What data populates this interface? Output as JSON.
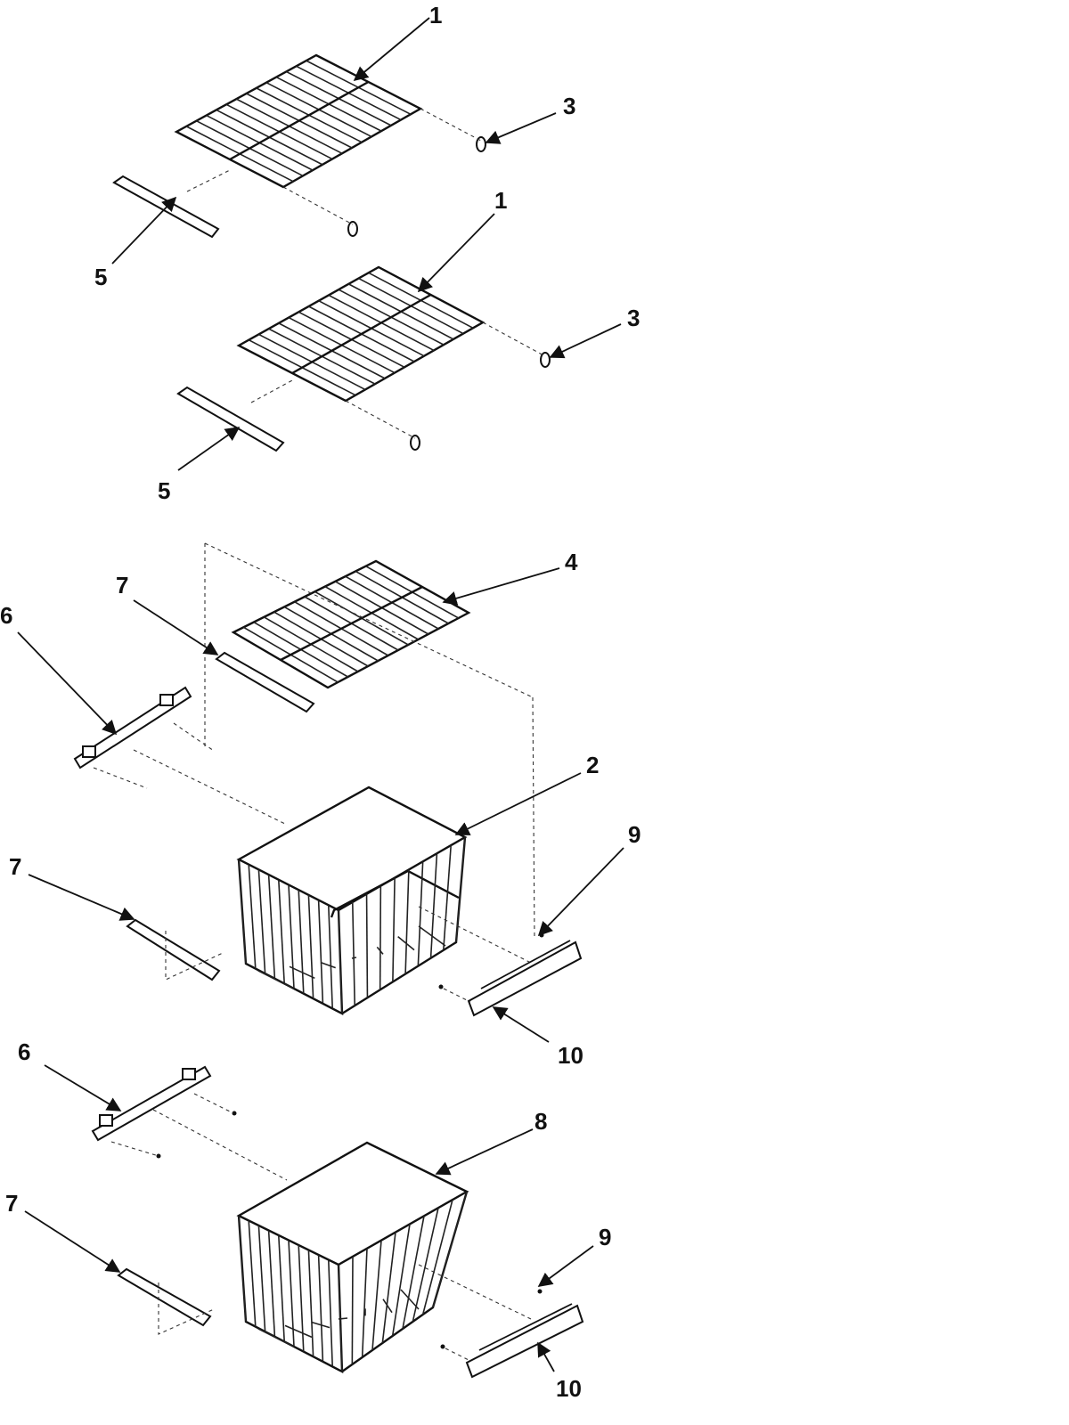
{
  "colors": {
    "ink": "#111111",
    "background": "#ffffff"
  },
  "callouts": {
    "c1a": "1",
    "c3a": "3",
    "c5a": "5",
    "c1b": "1",
    "c3b": "3",
    "c5b": "5",
    "c4": "4",
    "c7a": "7",
    "c6a": "6",
    "c2": "2",
    "c9a": "9",
    "c7b": "7",
    "c10a": "10",
    "c6b": "6",
    "c8": "8",
    "c7c": "7",
    "c9b": "9",
    "c10b": "10"
  }
}
